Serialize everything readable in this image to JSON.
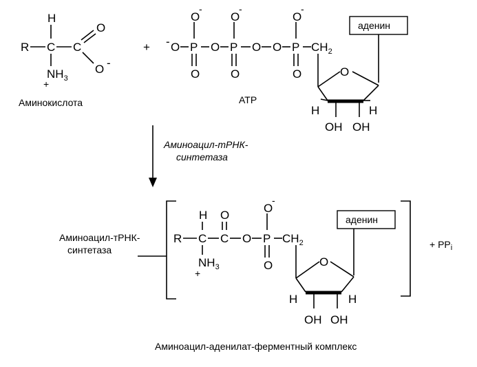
{
  "reactants": {
    "amino_acid": {
      "label": "Аминокислота",
      "R": "R",
      "H": "H",
      "C1": "C",
      "C2": "C",
      "O1": "O",
      "O2": "O",
      "charge_minus": "-",
      "N": "NH",
      "N_sub": "3",
      "charge_plus": "+"
    },
    "plus": "+",
    "atp": {
      "label": "ATP",
      "adenine": "аденин",
      "O_terminal": "O",
      "O_bridge1": "O",
      "O_bridge2": "O",
      "O_bridge3": "O",
      "P1": "P",
      "P2": "P",
      "P3": "P",
      "O_top1": "O",
      "O_top2": "O",
      "O_top3": "O",
      "O_bot1": "O",
      "O_bot2": "O",
      "O_bot3": "O",
      "minus": "-",
      "CH": "CH",
      "CH_sub": "2",
      "ring_O": "O",
      "H_left": "H",
      "H_right": "H",
      "OH_left": "OH",
      "OH_right": "OH"
    }
  },
  "enzyme": {
    "line1": "Аминоацил-тРНК-",
    "line2": "синтетаза"
  },
  "product": {
    "enzyme_line1": "Аминоацил-тРНК-",
    "enzyme_line2": "синтетаза",
    "R": "R",
    "H": "H",
    "C1": "C",
    "C2": "C",
    "O_carbonyl": "O",
    "O_ester": "O",
    "N": "NH",
    "N_sub": "3",
    "charge_plus": "+",
    "P": "P",
    "O_top": "O",
    "O_bot": "O",
    "minus": "-",
    "CH": "CH",
    "CH_sub": "2",
    "adenine": "аденин",
    "ring_O": "O",
    "H_left": "H",
    "H_right": "H",
    "OH_left": "OH",
    "OH_right": "OH",
    "byproduct": "+ PP",
    "byproduct_sub": "i",
    "caption": "Аминоацил-аденилат-ферментный комплекс"
  }
}
